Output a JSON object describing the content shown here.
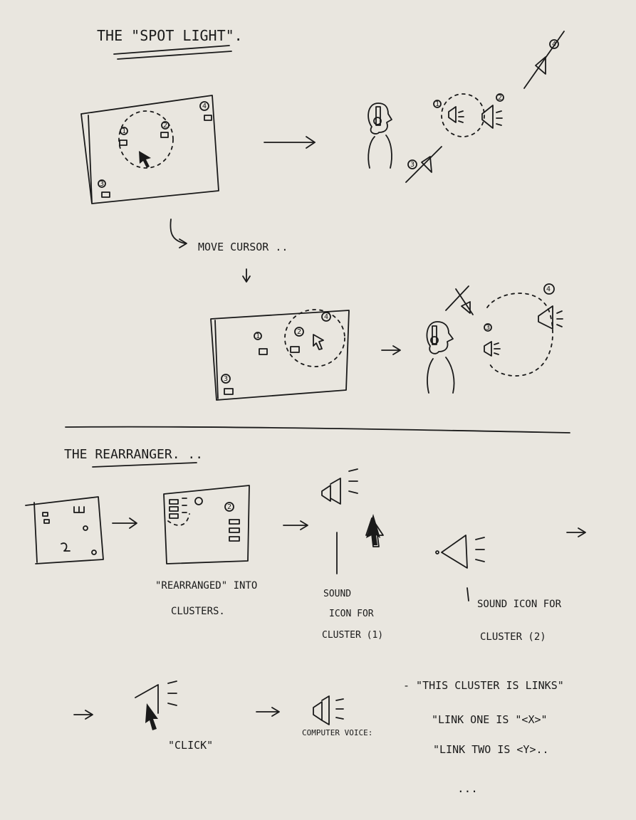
{
  "spotlight": {
    "title": "THE \"SPOT LIGHT\".",
    "move_label": "MOVE CURSOR ..",
    "nums": [
      "1",
      "2",
      "3",
      "4"
    ]
  },
  "rearranger": {
    "title": "THE REARRANGER. ..",
    "rearranged_caption_1": "\"REARRANGED\" INTO",
    "rearranged_caption_2": "CLUSTERS.",
    "sound1_line1": "SOUND",
    "sound1_line2": "ICON FOR",
    "sound1_line3": "CLUSTER (1)",
    "sound2_line1": "SOUND ICON FOR",
    "sound2_line2": "CLUSTER (2)",
    "click_label": "\"CLICK\"",
    "computer_voice": "COMPUTER VOICE:",
    "voice_line1": "- \"THIS CLUSTER IS LINKS\"",
    "voice_line2": "\"LINK ONE IS \"<X>\"",
    "voice_line3": "\"LINK TWO IS <Y>..",
    "ellipsis": "..."
  }
}
